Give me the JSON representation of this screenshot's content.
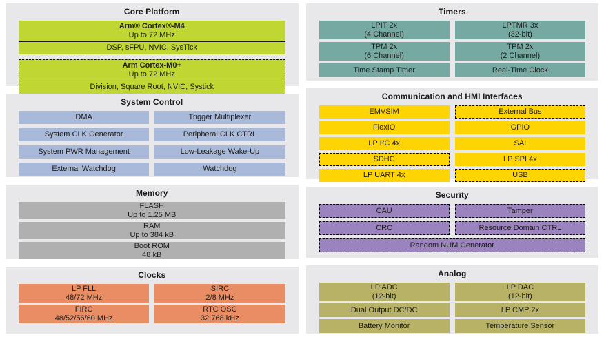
{
  "palette": {
    "panel_bg": "#e8e8ea",
    "core_green": "#c0d633",
    "system_blue": "#a9b9d9",
    "memory_gray": "#b0b0b0",
    "clocks_orange": "#e98e64",
    "timers_teal": "#75a9a2",
    "comm_yellow": "#ffd403",
    "security_purple": "#9b84bd",
    "analog_olive": "#b7b266"
  },
  "core_platform": {
    "title": "Core Platform",
    "m4": {
      "name": "Arm® Cortex®-M4",
      "freq": "Up to 72 MHz",
      "features": "DSP, sFPU, NVIC, SysTick"
    },
    "m0": {
      "name": "Arm Cortex-M0+",
      "freq": "Up to 72 MHz",
      "features": "Division, Square Root, NVIC, Systick"
    }
  },
  "system_control": {
    "title": "System Control",
    "cells": [
      "DMA",
      "Trigger Multiplexer",
      "System CLK Generator",
      "Peripheral CLK CTRL",
      "System PWR Management",
      "Low-Leakage Wake-Up",
      "External Watchdog",
      "Watchdog"
    ]
  },
  "memory": {
    "title": "Memory",
    "rows": [
      {
        "line1": "FLASH",
        "line2": "Up to 1.25 MB"
      },
      {
        "line1": "RAM",
        "line2": "Up to 384 kB"
      },
      {
        "line1": "Boot ROM",
        "line2": "48 kB"
      }
    ]
  },
  "clocks": {
    "title": "Clocks",
    "cells": [
      {
        "line1": "LP FLL",
        "line2": "48/72 MHz"
      },
      {
        "line1": "SIRC",
        "line2": "2/8 MHz"
      },
      {
        "line1": "FIRC",
        "line2": "48/52/56/60 MHz"
      },
      {
        "line1": "RTC OSC",
        "line2": "32.768 kHz"
      }
    ]
  },
  "timers": {
    "title": "Timers",
    "cells": [
      {
        "line1": "LPIT 2x",
        "line2": "(4 Channel)"
      },
      {
        "line1": "LPTMR 3x",
        "line2": "(32-bit)"
      },
      {
        "line1": "TPM 2x",
        "line2": "(6 Channel)"
      },
      {
        "line1": "TPM 2x",
        "line2": "(2 Channel)"
      },
      {
        "line1": "Time Stamp Timer"
      },
      {
        "line1": "Real-Time Clock"
      }
    ]
  },
  "comm": {
    "title": "Communication and HMI Interfaces",
    "cells": [
      "EMVSIM",
      "External Bus",
      "FlexIO",
      "GPIO",
      "LP I²C 4x",
      "SAI",
      "SDHC",
      "LP SPI 4x",
      "LP UART 4x",
      "USB"
    ]
  },
  "security": {
    "title": "Security",
    "cells": [
      "CAU",
      "Tamper",
      "CRC",
      "Resource Domain CTRL"
    ],
    "full_row": "Random NUM Generator"
  },
  "analog": {
    "title": "Analog",
    "cells": [
      {
        "line1": "LP ADC",
        "line2": "(12-bit)"
      },
      {
        "line1": "LP DAC",
        "line2": "(12-bit)"
      },
      {
        "line1": "Dual Output DC/DC"
      },
      {
        "line1": "LP CMP 2x"
      },
      {
        "line1": "Battery Monitor"
      },
      {
        "line1": "Temperature Sensor"
      }
    ]
  }
}
